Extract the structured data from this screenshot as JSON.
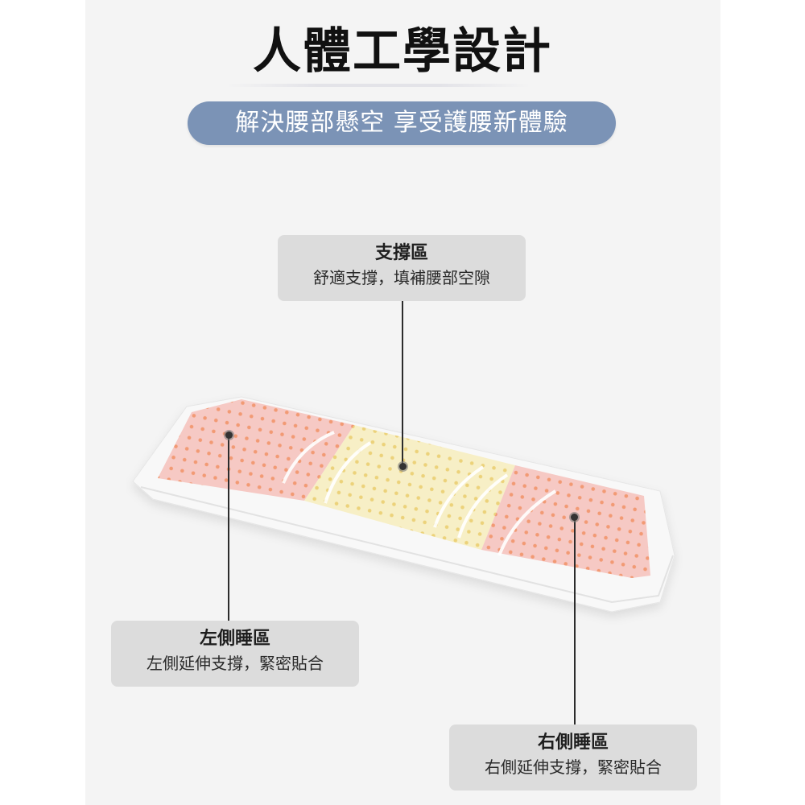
{
  "page": {
    "title": "人體工學設計",
    "subtitle": "解決腰部懸空 享受護腰新體驗"
  },
  "colors": {
    "panel_bg": "#f4f4f4",
    "pill_bg": "#7b93b6",
    "callout_bg": "#dcdcdc",
    "pink_zone": "#f6c9c4",
    "yellow_zone": "#f7efc6",
    "pillow_base": "#f8f8f8"
  },
  "product_image": {
    "alt": "lumbar support pillow with pink side zones and yellow center zone"
  },
  "callouts": [
    {
      "id": "support",
      "title": "支撐區",
      "description": "舒適支撐，填補腰部空隙"
    },
    {
      "id": "left",
      "title": "左側睡區",
      "description": "左側延伸支撐，緊密貼合"
    },
    {
      "id": "right",
      "title": "右側睡區",
      "description": "右側延伸支撐，緊密貼合"
    }
  ]
}
